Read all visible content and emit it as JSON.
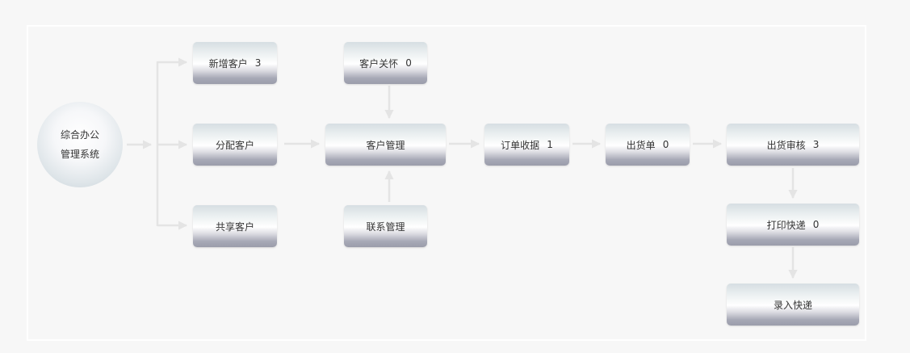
{
  "hub": {
    "line1": "综合办公",
    "line2": "管理系统"
  },
  "nodes": {
    "add_customer": {
      "label": "新增客户",
      "count": "3"
    },
    "assign_customer": {
      "label": "分配客户"
    },
    "share_customer": {
      "label": "共享客户"
    },
    "customer_care": {
      "label": "客户关怀",
      "count": "0"
    },
    "customer_management": {
      "label": "客户管理"
    },
    "contact_management": {
      "label": "联系管理"
    },
    "order_payment": {
      "label": "订单收据",
      "count": "1"
    },
    "shipping_order": {
      "label": "出货单",
      "count": "0"
    },
    "shipping_review": {
      "label": "出货审核",
      "count": "3"
    },
    "print_express": {
      "label": "打印快递",
      "count": "0"
    },
    "enter_express": {
      "label": "录入快递"
    }
  },
  "colors": {
    "connector": "#e4e4e4",
    "background": "#f7f7f7",
    "frame": "#ffffff"
  }
}
